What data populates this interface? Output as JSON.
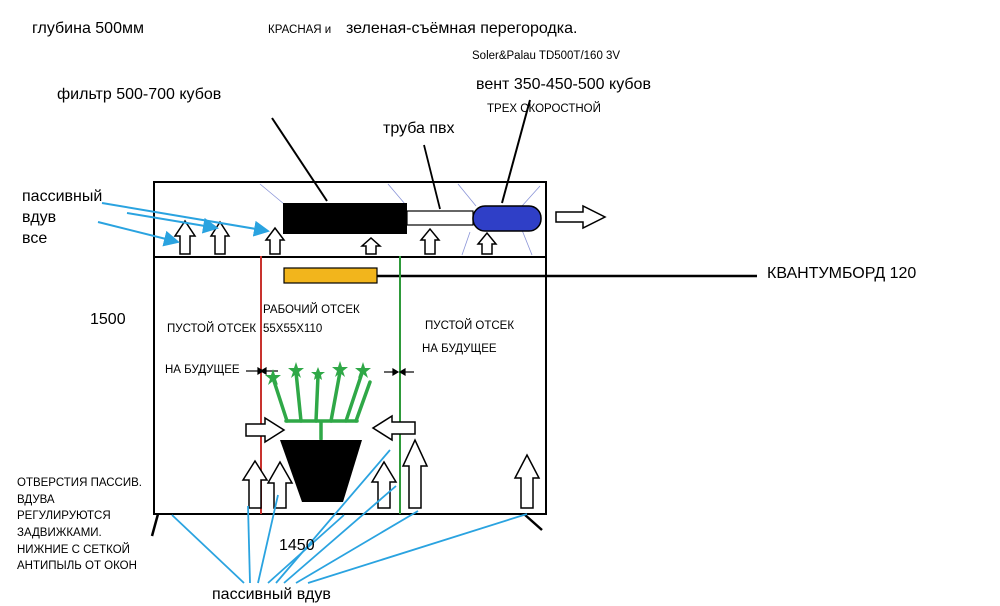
{
  "labels": {
    "depth": "глубина 500мм",
    "partition_prefix": "КРАСНАЯ и",
    "partition_suffix": "зеленая-съёмная перегородка.",
    "fan_model": "Soler&Palau TD500T/160 3V",
    "fan_capacity": "вент 350-450-500 кубов",
    "fan_speeds": "ТРЕХ СКОРОСТНОЙ",
    "filter": "фильтр 500-700 кубов",
    "pipe": "труба пвх",
    "passive_inlet_top": "пассивный\nвдув\nвсе",
    "led": "КВАНТУМБОРД 120",
    "height": "1500",
    "empty_left": "ПУСТОЙ ОТСЕК",
    "future_left": "НА БУДУЩЕЕ",
    "work_title": "РАБОЧИЙ ОТСЕК",
    "work_size": "55X55X110",
    "empty_right": "ПУСТОЙ ОТСЕК",
    "future_right": "НА БУДУЩЕЕ",
    "holes_note": "ОТВЕРСТИЯ ПАССИВ.\nВДУВА\nРЕГУЛИРУЮТСЯ\nЗАДВИЖКАМИ.\nНИЖНИЕ С СЕТКОЙ\nАНТИПЫЛЬ ОТ ОКОН",
    "width": "1450",
    "passive_inlet_bottom": "пассивный вдув"
  },
  "colors": {
    "outline": "#000000",
    "filter": "#000000",
    "fan": "#2f3fc7",
    "led": "#f2b51c",
    "red_partition": "#c8322e",
    "green_partition": "#2e9a3a",
    "plant": "#2fa847",
    "annotation": "#2aa3e0",
    "pot": "#000000"
  }
}
